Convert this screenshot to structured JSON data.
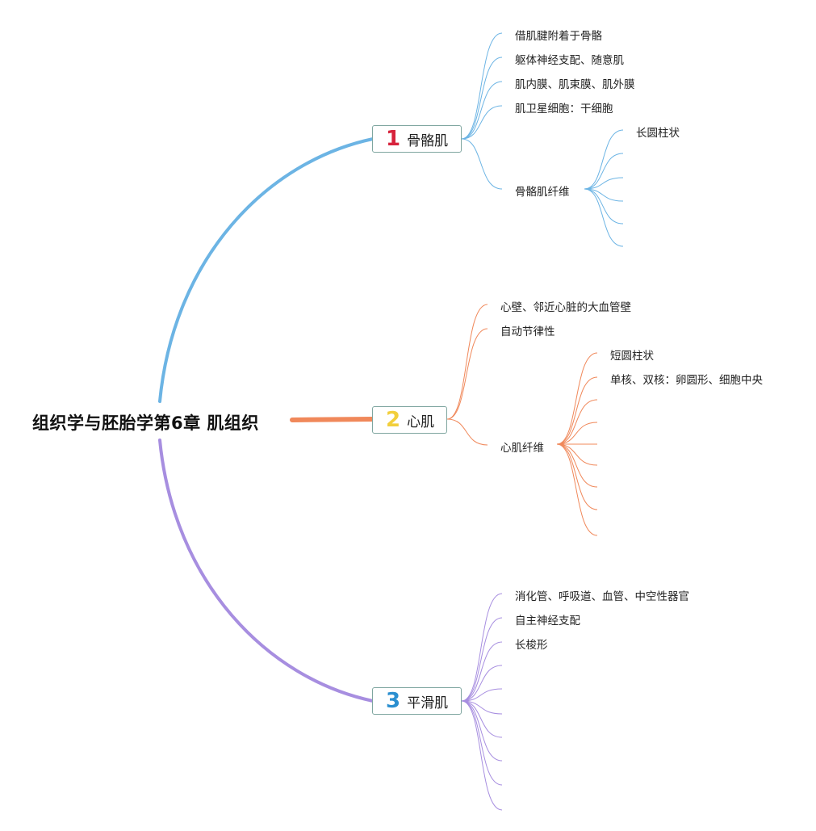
{
  "title": "组织学与胚胎学第6章 肌组织",
  "branches": [
    {
      "number": "1",
      "label": "骨骼肌",
      "color": "#6cb4e4",
      "number_color": "#d7233c",
      "items": [
        "借肌腱附着于骨骼",
        "躯体神经支配、随意肌",
        "肌内膜、肌束膜、肌外膜",
        "肌卫星细胞：干细胞"
      ],
      "sub": {
        "label": "骨骼肌纤维",
        "items": [
          "长圆柱状",
          "",
          "",
          "",
          "",
          ""
        ]
      }
    },
    {
      "number": "2",
      "label": "心肌",
      "color": "#f0885a",
      "number_color": "#f2cf3c",
      "items": [
        "心壁、邻近心脏的大血管壁",
        "自动节律性"
      ],
      "sub": {
        "label": "心肌纤维",
        "items": [
          "短圆柱状",
          "单核、双核：卵圆形、细胞中央",
          "",
          "",
          "",
          "",
          "",
          "",
          ""
        ]
      }
    },
    {
      "number": "3",
      "label": "平滑肌",
      "color": "#a78ee0",
      "number_color": "#2b8fd0",
      "items": [
        "消化管、呼吸道、血管、中空性器官",
        "自主神经支配",
        "长梭形",
        "",
        "",
        "",
        "",
        "",
        "",
        ""
      ]
    }
  ]
}
